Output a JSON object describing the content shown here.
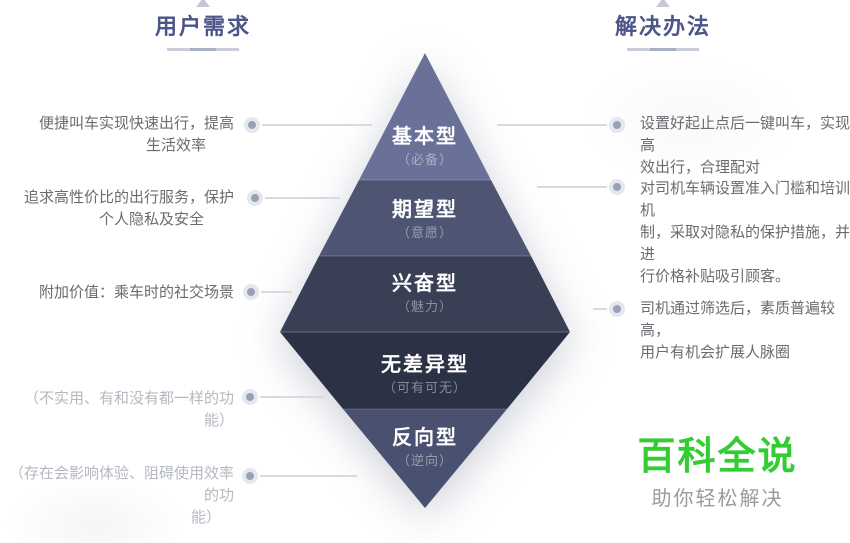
{
  "headers": {
    "left": "用户需求",
    "right": "解决办法"
  },
  "diamond": {
    "layers": [
      {
        "label": "基本型",
        "sublabel": "（必备）",
        "color": "#6a7199"
      },
      {
        "label": "期望型",
        "sublabel": "（意愿）",
        "color": "#4e5572"
      },
      {
        "label": "兴奋型",
        "sublabel": "（魅力）",
        "color": "#394056"
      },
      {
        "label": "无差异型",
        "sublabel": "（可有可无）",
        "color": "#2c3245"
      },
      {
        "label": "反向型",
        "sublabel": "（逆向）",
        "color": "#4a5170"
      }
    ]
  },
  "left": {
    "items": [
      {
        "lines": [
          "便捷叫车实现快速出行，提高",
          "生活效率"
        ]
      },
      {
        "lines": [
          "追求高性价比的出行服务，保护",
          "个人隐私及安全"
        ]
      },
      {
        "lines": [
          "附加价值：乘车时的社交场景"
        ]
      },
      {
        "lines": [
          "（不实用、有和没有都一样的功能）"
        ]
      },
      {
        "lines": [
          "（存在会影响体验、阻碍使用效率的功",
          "能）"
        ]
      }
    ]
  },
  "right": {
    "items": [
      {
        "lines": [
          "设置好起止点后一键叫车，实现高",
          "效出行，合理配对"
        ]
      },
      {
        "lines": [
          "对司机车辆设置准入门槛和培训机",
          "制，采取对隐私的保护措施，并进",
          "行价格补贴吸引顾客。"
        ]
      },
      {
        "lines": [
          "司机通过筛选后，素质普遍较高，",
          "用户有机会扩展人脉圈"
        ]
      }
    ]
  },
  "logo": {
    "title": "百科全说",
    "subtitle": "助你轻松解决",
    "color": "#33cc33"
  },
  "colors": {
    "header_text": "#4b5587",
    "body_text": "#696c70",
    "muted_text": "#b4b8c1",
    "connector": "#d8dae3",
    "dot": "#9aa1b6"
  }
}
